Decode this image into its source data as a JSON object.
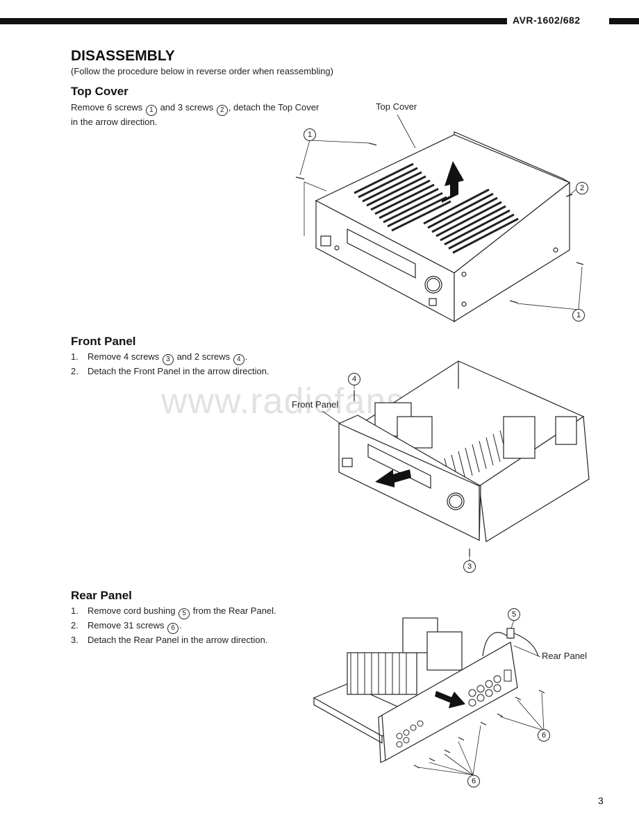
{
  "header": {
    "model": "AVR-1602/682"
  },
  "title": "DISASSEMBLY",
  "subtitle": "(Follow the procedure below in reverse order when reassembling)",
  "sections": [
    {
      "heading": "Top Cover",
      "line1_part1": "Remove 6 screws",
      "screw_a": "1",
      "line1_part2": "and 3 screws",
      "screw_b": "2",
      "line1_part3": ", detach the Top Cover",
      "line2": "in the arrow direction.",
      "diagram_label": "Top Cover"
    },
    {
      "heading": "Front Panel",
      "step1_num": "1.",
      "step1_part1": "Remove 4 screws",
      "screw_a": "3",
      "step1_part2": "and 2 screws",
      "screw_b": "4",
      "step1_part3": ".",
      "step2_num": "2.",
      "step2": "Detach the Front Panel in the arrow direction.",
      "diagram_label": "Front Panel"
    },
    {
      "heading": "Rear Panel",
      "step1_num": "1.",
      "step1_part1": "Remove cord bushing",
      "bushing": "5",
      "step1_part2": "from the Rear Panel.",
      "step2_num": "2.",
      "step2_part1": "Remove 31 screws",
      "screws": "6",
      "step2_part2": ".",
      "step3_num": "3.",
      "step3": "Detach the Rear Panel in the arrow direction.",
      "diagram_label": "Rear Panel"
    }
  ],
  "callouts": {
    "top_1a": "1",
    "top_2": "2",
    "top_1b": "1",
    "front_4": "4",
    "front_3": "3",
    "rear_5": "5",
    "rear_6a": "6",
    "rear_6b": "6"
  },
  "watermark": "www.radiofans.cn",
  "page_number": "3"
}
